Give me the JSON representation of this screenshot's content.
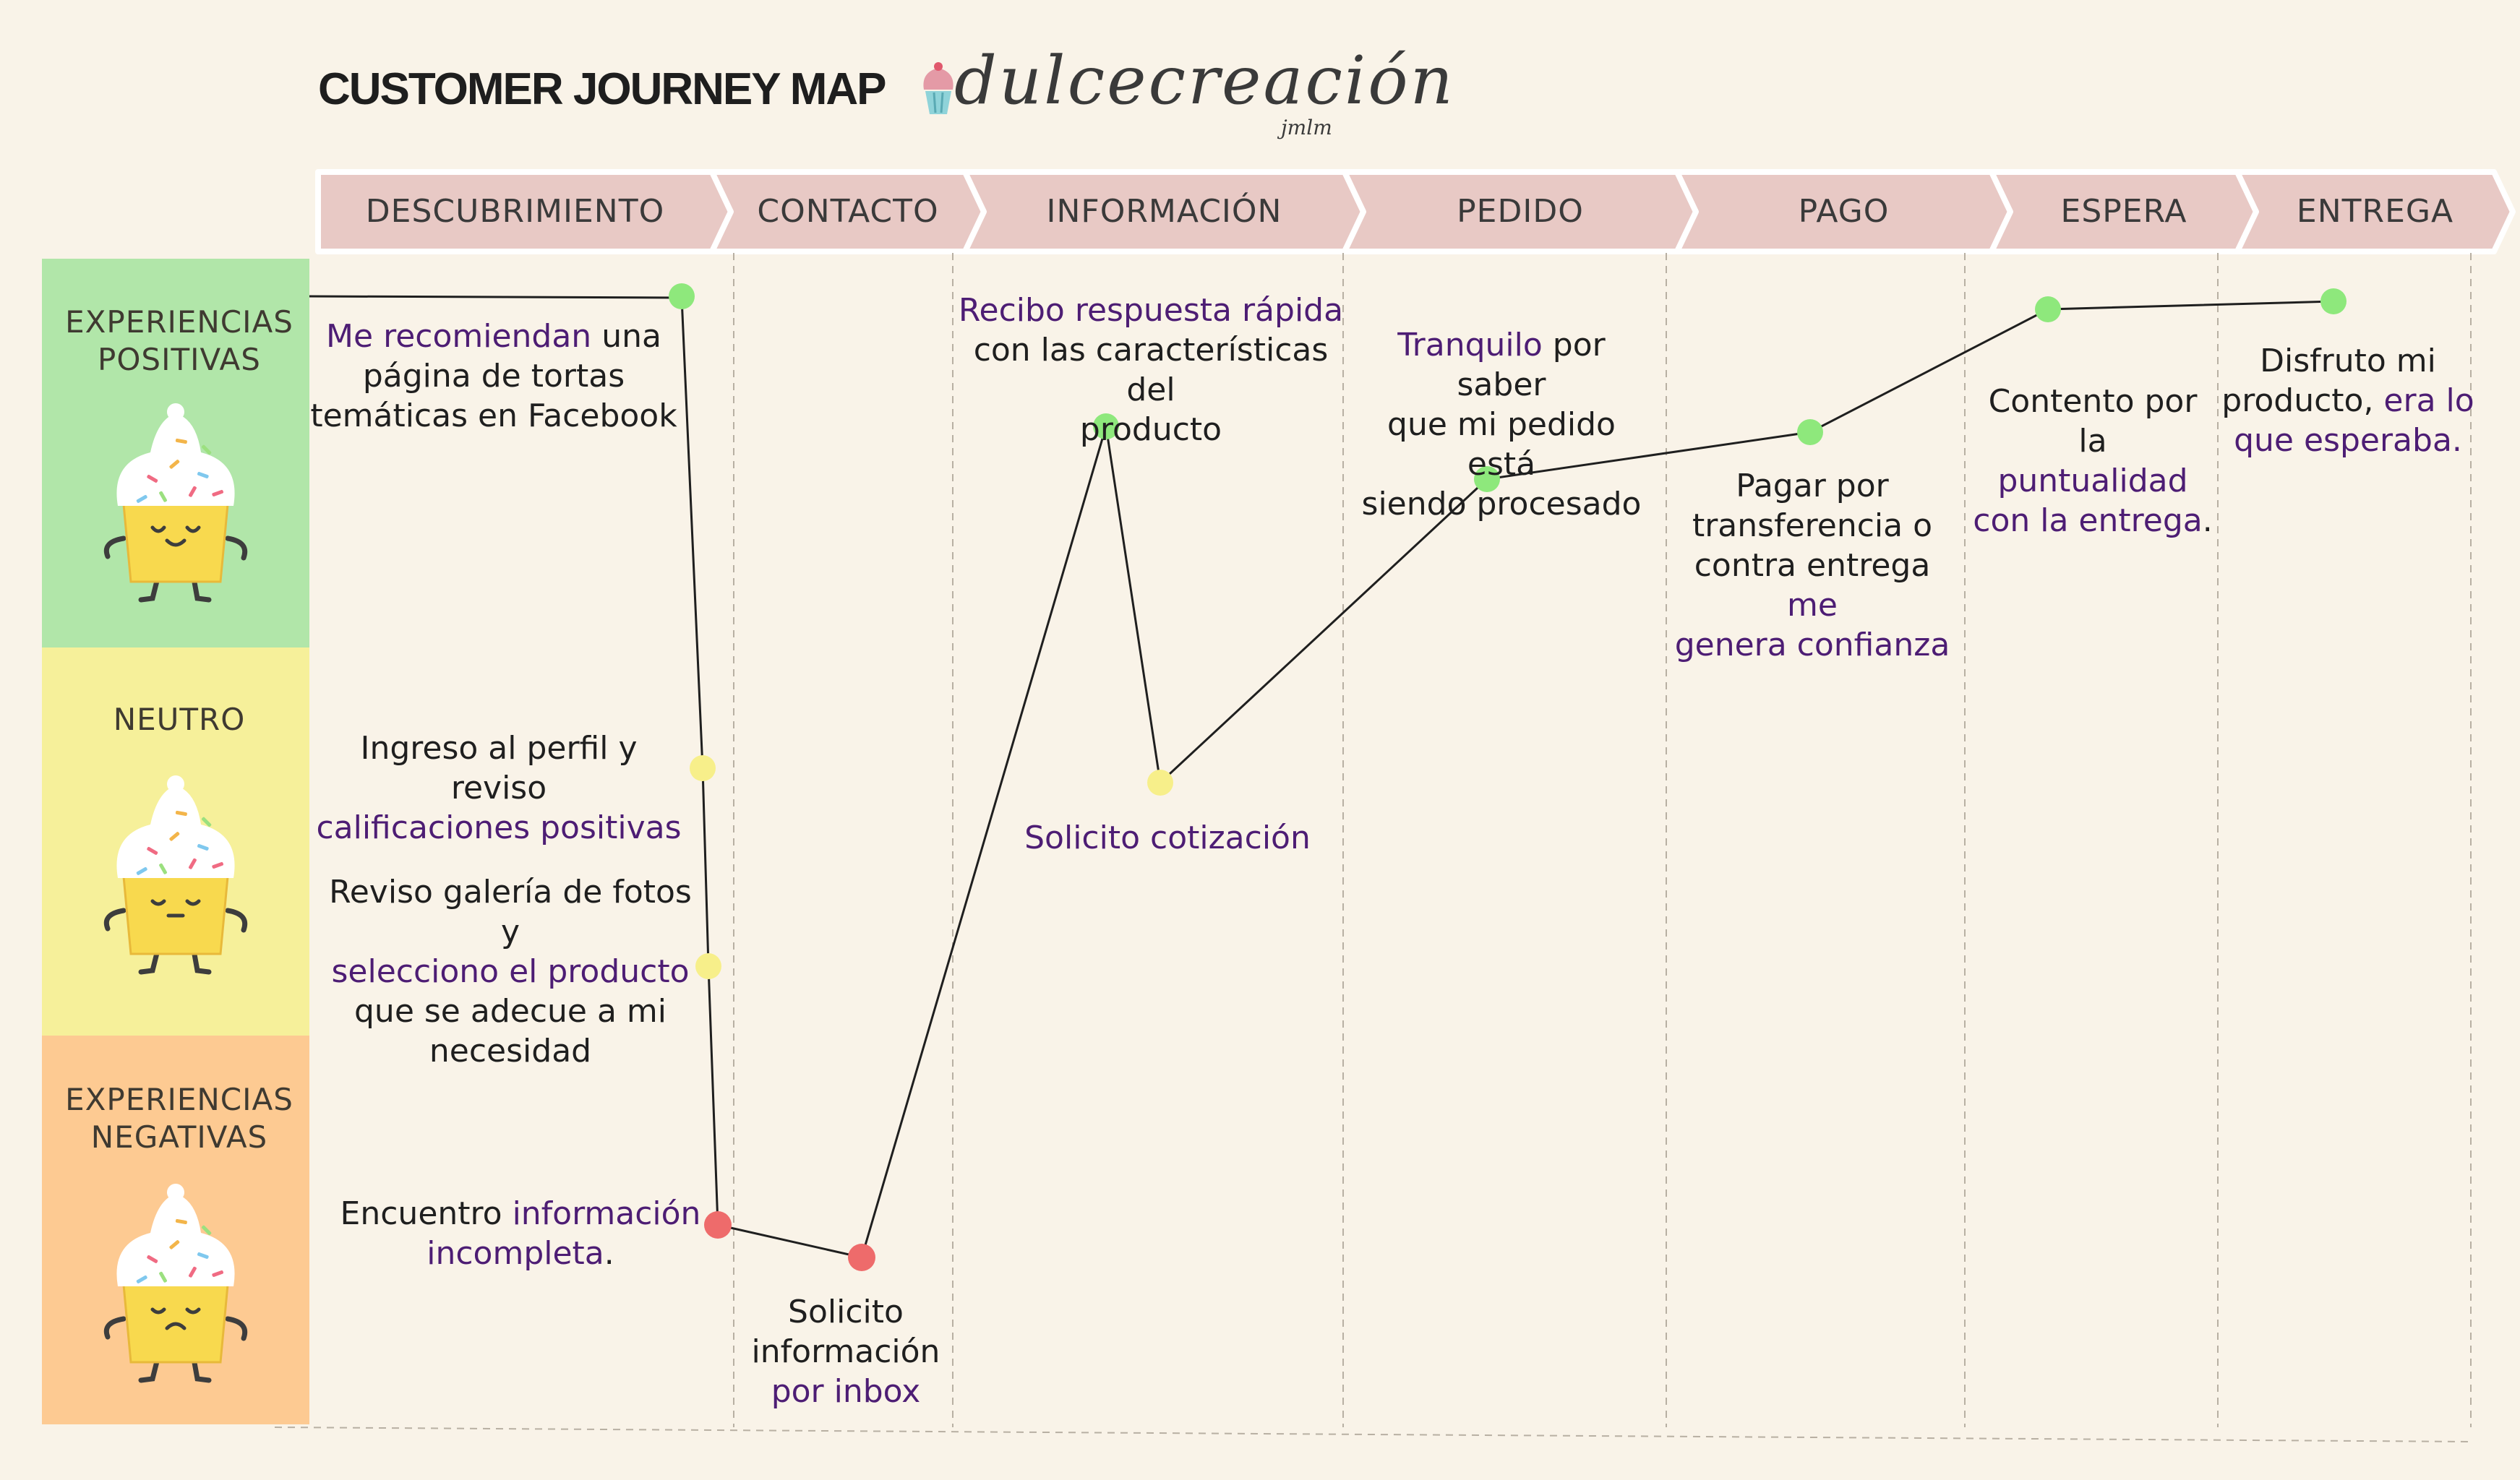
{
  "title": "CUSTOMER JOURNEY MAP",
  "brand": {
    "name": "dulcecreación",
    "initials": "jmlm"
  },
  "colors": {
    "background": "#f9f3e8",
    "stage_band": "#e8c9c5",
    "positive_band": "#b1e6a9",
    "neutral_band": "#f6f09a",
    "negative_band": "#fdca92",
    "positive_point": "#8ee87c",
    "neutral_point": "#f7ef8a",
    "negative_point": "#ee6b6b",
    "highlight_text": "#4d1d74"
  },
  "stages": [
    "DESCUBRIMIENTO",
    "CONTACTO",
    "INFORMACIÓN",
    "PEDIDO",
    "PAGO",
    "ESPERA",
    "ENTREGA"
  ],
  "bands": [
    {
      "label_line1": "EXPERIENCIAS",
      "label_line2": "POSITIVAS",
      "mood": "positive",
      "cupcake_icon": "happy-cupcake-icon"
    },
    {
      "label_line1": "NEUTRO",
      "label_line2": "",
      "mood": "neutral",
      "cupcake_icon": "neutral-cupcake-icon"
    },
    {
      "label_line1": "EXPERIENCIAS",
      "label_line2": "NEGATIVAS",
      "mood": "negative",
      "cupcake_icon": "sad-cupcake-icon"
    }
  ],
  "touchpoints": [
    {
      "mood": "positive",
      "lines": [
        [
          [
            "Me recomiendan",
            true
          ],
          [
            " una",
            false
          ]
        ],
        [
          [
            "página de tortas",
            false
          ]
        ],
        [
          [
            "temáticas en Facebook",
            false
          ]
        ]
      ]
    },
    {
      "mood": "neutral",
      "lines": [
        [
          [
            "Ingreso al perfil y reviso",
            false
          ]
        ],
        [
          [
            "calificaciones positivas",
            true
          ]
        ]
      ]
    },
    {
      "mood": "neutral",
      "lines": [
        [
          [
            "Reviso galería de fotos y",
            false
          ]
        ],
        [
          [
            "selecciono el producto",
            true
          ]
        ],
        [
          [
            "que se adecue a mi",
            false
          ]
        ],
        [
          [
            "necesidad",
            false
          ]
        ]
      ]
    },
    {
      "mood": "negative",
      "lines": [
        [
          [
            "Encuentro ",
            false
          ],
          [
            "información",
            true
          ]
        ],
        [
          [
            "incompleta",
            true
          ],
          [
            ".",
            false
          ]
        ]
      ]
    },
    {
      "mood": "negative",
      "lines": [
        [
          [
            "Solicito",
            false
          ]
        ],
        [
          [
            "información",
            false
          ]
        ],
        [
          [
            "por inbox",
            true
          ]
        ]
      ]
    },
    {
      "mood": "positive",
      "lines": [
        [
          [
            "Recibo respuesta rápida",
            true
          ]
        ],
        [
          [
            "con las características del",
            false
          ]
        ],
        [
          [
            "producto",
            false
          ]
        ]
      ]
    },
    {
      "mood": "neutral",
      "lines": [
        [
          [
            "Solicito cotización",
            true
          ]
        ]
      ]
    },
    {
      "mood": "positive",
      "lines": [
        [
          [
            "Tranquilo",
            true
          ],
          [
            " por saber",
            false
          ]
        ],
        [
          [
            "que mi pedido está",
            false
          ]
        ],
        [
          [
            "siendo procesado",
            false
          ]
        ]
      ]
    },
    {
      "mood": "positive",
      "lines": [
        [
          [
            "Pagar por",
            false
          ]
        ],
        [
          [
            "transferencia o",
            false
          ]
        ],
        [
          [
            "contra entrega ",
            false
          ],
          [
            "me",
            true
          ]
        ],
        [
          [
            "genera confianza",
            true
          ]
        ]
      ]
    },
    {
      "mood": "positive",
      "lines": [
        [
          [
            "Contento por la",
            false
          ]
        ],
        [
          [
            "puntualidad",
            true
          ]
        ],
        [
          [
            "con la entrega",
            true
          ],
          [
            ".",
            false
          ]
        ]
      ]
    },
    {
      "mood": "positive",
      "lines": [
        [
          [
            "Disfruto mi",
            false
          ]
        ],
        [
          [
            "producto, ",
            false
          ],
          [
            "era lo",
            true
          ]
        ],
        [
          [
            "que esperaba.",
            true
          ]
        ]
      ]
    }
  ]
}
